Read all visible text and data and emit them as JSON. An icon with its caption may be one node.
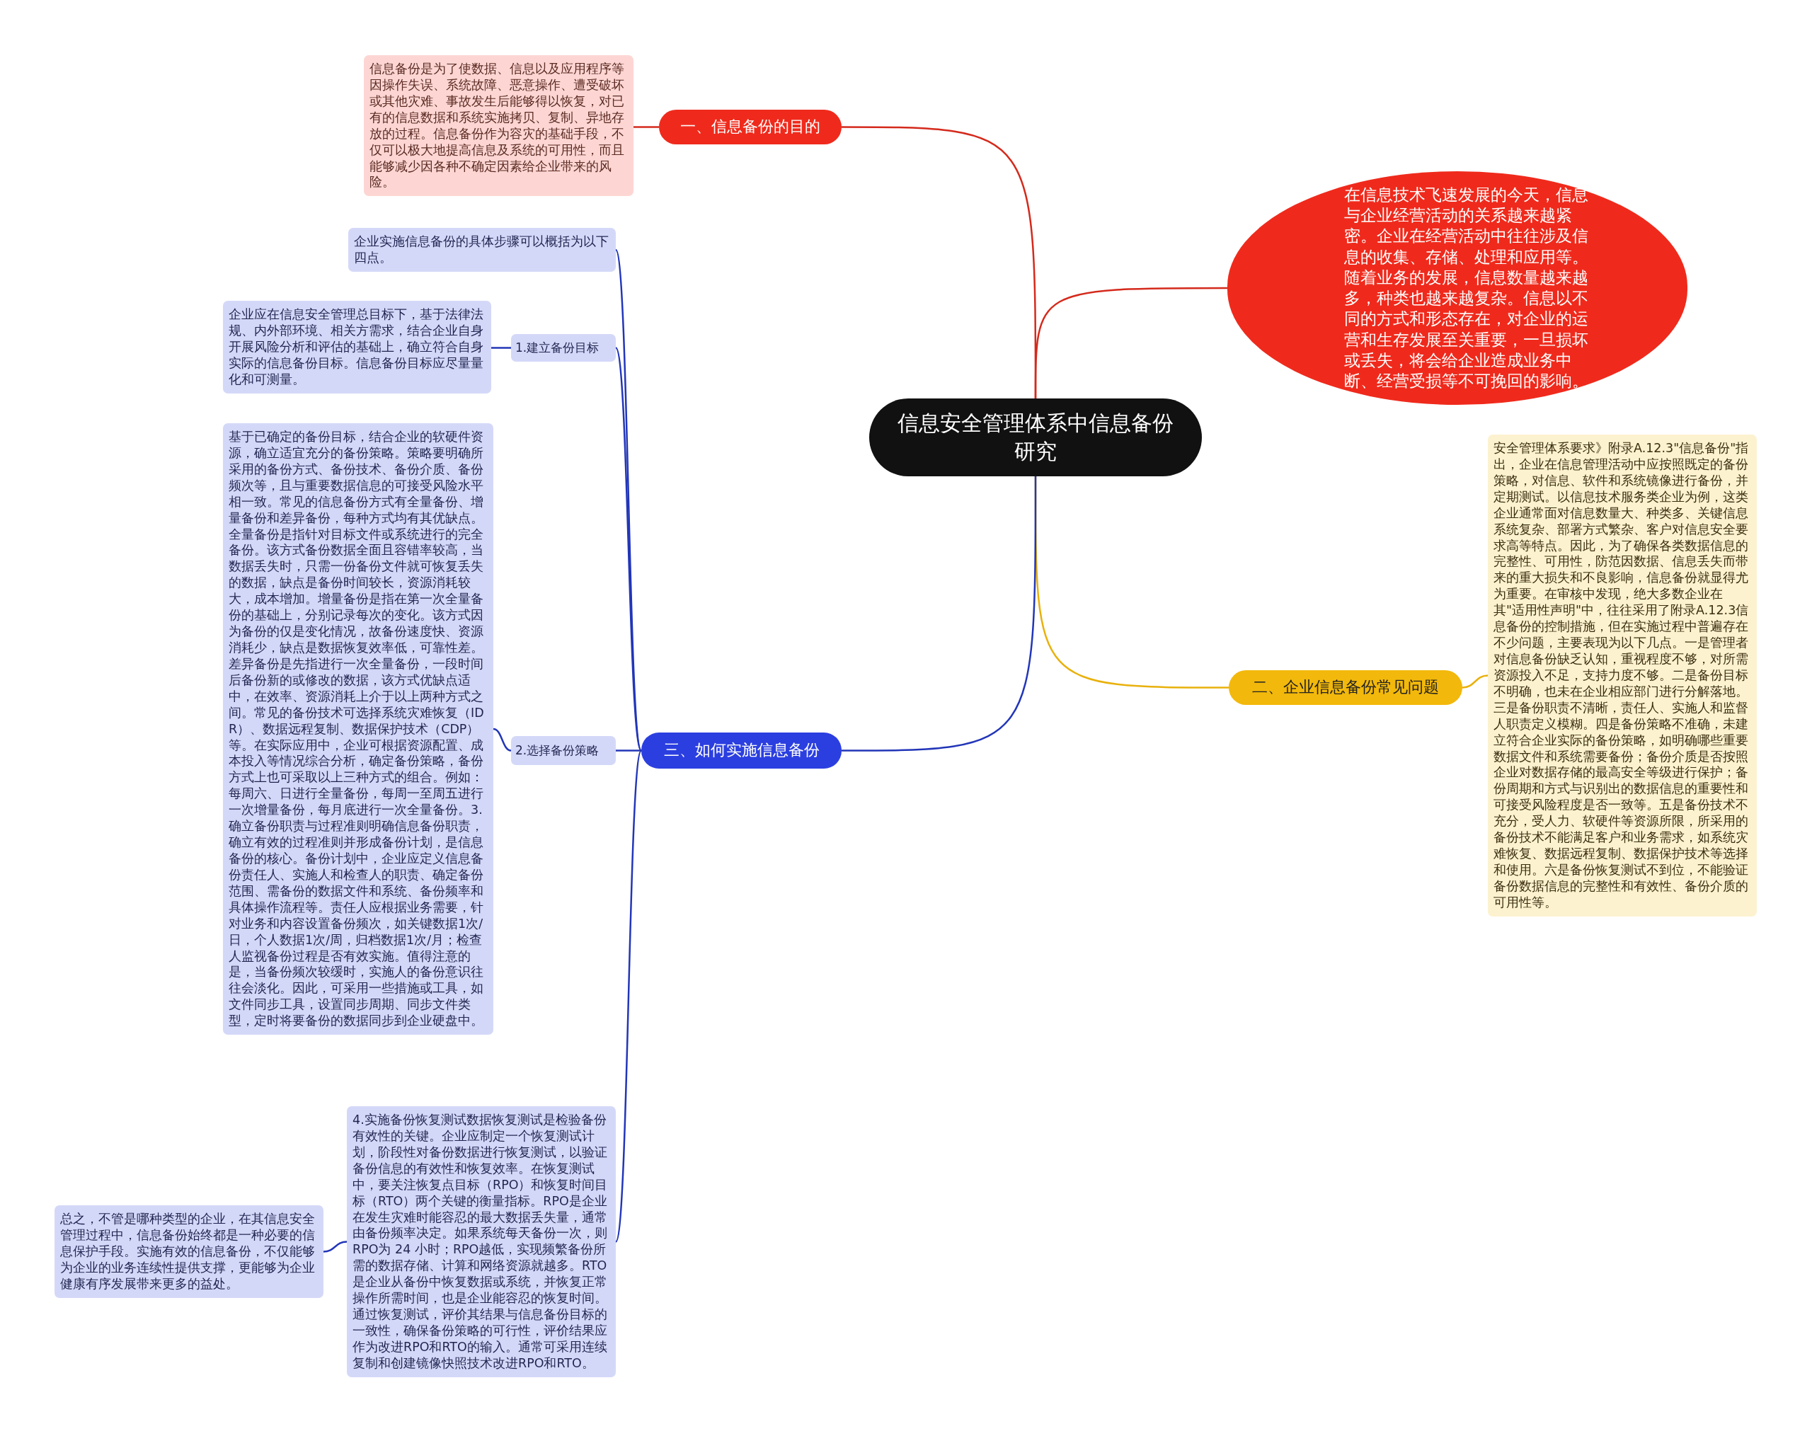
{
  "diagram": {
    "nodes": [
      {
        "text": [
          "信息安全管理体系中信息备份研究"
        ]
      },
      {
        "text": [
          "一、信息备份的目的"
        ]
      },
      {
        "text": [
          "信息备份是为了使数据、信息以及应用程序等因操作失误、系统故障、恶意操作、遭受破坏或其他灾难、事故发生后能够得以恢复，对已有的信息数据和系统实施拷贝、复制、异地存放的过程。信息备份作为容灾的基础手段，不仅可以极大地提高信息及系统的可用性，而且能够减少因各种不确定因素给企业带来的风险。"
        ]
      },
      {
        "text": [
          "在信息技术飞速发展的今天，信息与企业经营活动的关系越来越紧密。企业在经营活动中往往涉及信息的收集、存储、处理和应用等。随着业务的发展，信息数量越来越多，种类也越来越复杂。信息以不同的方式和形态存在，对企业的运营和生存发展至关重要，一旦损坏或丢失，将会给企业造成业务中断、经营受损等不可挽回的影响。"
        ]
      },
      {
        "text": [
          "二、企业信息备份常见问题"
        ]
      },
      {
        "text": [
          "安全管理体系要求》附录A.12.3\"信息备份\"指出，企业在信息管理活动中应按照既定的备份策略，对信息、软件和系统镜像进行备份，并定期测试。以信息技术服务类企业为例，这类企业通常面对信息数量大、种类多、关键信息系统复杂、部署方式繁杂、客户对信息安全要求高等特点。因此，为了确保各类数据信息的完整性、可用性，防范因数据、信息丢失而带来的重大损失和不良影响，信息备份就显得尤为重要。在审核中发现，绝大多数企业在其\"适用性声明\"中，往往采用了附录A.12.3信息备份的控制措施，但在实施过程中普遍存在不少问题，主要表现为以下几点。一是管理者对信息备份缺乏认知，重视程度不够，对所需资源投入不足，支持力度不够。二是备份目标不明确，也未在企业相应部门进行分解落地。三是备份职责不清晰，责任人、实施人和监督人职责定义模糊。四是备份策略不准确，未建立符合企业实际的备份策略，如明确哪些重要数据文件和系统需要备份；备份介质是否按照企业对数据存储的最高安全等级进行保护；备份周期和方式与识别出的数据信息的重要性和可接受风险程度是否一致等。五是备份技术不充分，受人力、软硬件等资源所限，所采用的备份技术不能满足客户和业务需求，如系统灾难恢复、数据远程复制、数据保护技术等选择和使用。六是备份恢复测试不到位，不能验证备份数据信息的完整性和有效性、备份介质的可用性等。"
        ]
      },
      {
        "text": [
          "三、如何实施信息备份"
        ]
      },
      {
        "text": [
          "企业实施信息备份的具体步骤可以概括为以下四点。"
        ]
      },
      {
        "text": [
          "1.建立备份目标"
        ]
      },
      {
        "text": [
          "企业应在信息安全管理总目标下，基于法律法规、内外部环境、相关方需求，结合企业自身开展风险分析和评估的基础上，确立符合自身实际的信息备份目标。信息备份目标应尽量量化和可测量。"
        ]
      },
      {
        "text": [
          "2.选择备份策略"
        ]
      },
      {
        "text": [
          "基于已确定的备份目标，结合企业的软硬件资源，确立适宜充分的备份策略。策略要明确所采用的备份方式、备份技术、备份介质、备份频次等，且与重要数据信息的可接受风险水平相一致。常见的信息备份方式有全量备份、增量备份和差异备份，每种方式均有其优缺点。全量备份是指针对目标文件或系统进行的完全备份。该方式备份数据全面且容错率较高，当数据丢失时，只需一份备份文件就可恢复丢失的数据，缺点是备份时间较长，资源消耗较大，成本增加。增量备份是指在第一次全量备份的基础上，分别记录每次的变化。该方式因为备份的仅是变化情况，故备份速度快、资源消耗少，缺点是数据恢复效率低，可靠性差。差异备份是先指进行一次全量备份，一段时间后备份新的或修改的数据，该方式优缺点适中，在效率、资源消耗上介于以上两种方式之间。常见的备份技术可选择系统灾难恢复（IDR）、数据远程复制、数据保护技术（CDP）等。在实际应用中，企业可根据资源配置、成本投入等情况综合分析，确定备份策略，备份方式上也可采取以上三种方式的组合。例如：每周六、日进行全量备份，每周一至周五进行一次增量备份，每月底进行一次全量备份。3.确立备份职责与过程准则明确信息备份职责，确立有效的过程准则并形成备份计划，是信息备份的核心。备份计划中，企业应定义信息备份责任人、实施人和检查人的职责、确定备份范围、需备份的数据文件和系统、备份频率和具体操作流程等。责任人应根据业务需要，针对业务和内容设置备份频次，如关键数据1次/日，个人数据1次/周，归档数据1次/月；检查人监视备份过程是否有效实施。值得注意的是，当备份频次较缓时，实施人的备份意识往往会淡化。因此，可采用一些措施或工具，如文件同步工具，设置同步周期、同步文件类型，定时将要备份的数据同步到企业硬盘中。"
        ]
      },
      {
        "text": [
          "4.实施备份恢复测试数据恢复测试是检验备份有效性的关键。企业应制定一个恢复测试计划，阶段性对备份数据进行恢复测试，以验证备份信息的有效性和恢复效率。在恢复测试中，要关注恢复点目标（RPO）和恢复时间目标（RTO）两个关键的衡量指标。RPO是企业在发生灾难时能容忍的最大数据丢失量，通常由备份频率决定。如果系统每天备份一次，则RPO为 24 小时；RPO越低，实现频繁备份所需的数据存储、计算和网络资源就越多。RTO是企业从备份中恢复数据或系统，并恢复正常操作所需时间，也是企业能容忍的恢复时间。通过恢复测试，评价其结果与信息备份目标的一致性，确保备份策略的可行性，评价结果应作为改进RPO和RTO的输入。通常可采用连续复制和创建镜像快照技术改进RPO和RTO。"
        ]
      },
      {
        "text": [
          "总之，不管是哪种类型的企业，在其信息安全管理过程中，信息备份始终都是一种必要的信息保护手段。实施有效的信息备份，不仅能够为企业的业务连续性提供支撑，更能够为企业健康有序发展带来更多的益处。"
        ]
      }
    ],
    "edges": [
      {
        "from": 0,
        "to": 1,
        "arrow": "none",
        "color": "#d42a1c"
      },
      {
        "from": 1,
        "to": 2,
        "arrow": "none",
        "color": "#d42a1c"
      },
      {
        "from": 0,
        "to": 3,
        "arrow": "none",
        "color": "#d42a1c"
      },
      {
        "from": 0,
        "to": 4,
        "arrow": "none",
        "color": "#e8b10c"
      },
      {
        "from": 4,
        "to": 5,
        "arrow": "none",
        "color": "#e8b10c"
      },
      {
        "from": 0,
        "to": 6,
        "arrow": "none"
      },
      {
        "from": 6,
        "to": 7,
        "arrow": "none"
      },
      {
        "from": 6,
        "to": 8,
        "arrow": "none"
      },
      {
        "from": 8,
        "to": 9,
        "arrow": "none"
      },
      {
        "from": 6,
        "to": 10,
        "arrow": "none"
      },
      {
        "from": 10,
        "to": 11,
        "arrow": "none"
      },
      {
        "from": 6,
        "to": 12,
        "arrow": "none"
      },
      {
        "from": 12,
        "to": 13,
        "arrow": "none"
      }
    ]
  }
}
